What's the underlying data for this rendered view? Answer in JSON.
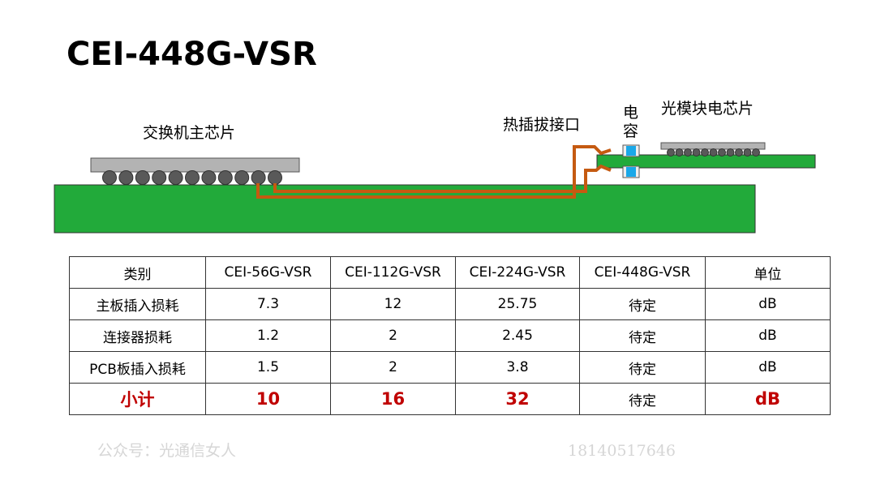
{
  "title": "CEI-448G-VSR",
  "diagram": {
    "switch_chip_label": "交换机主芯片",
    "hot_plug_label": "热插拔接口",
    "capacitor_label_1": "电",
    "capacitor_label_2": "容",
    "module_chip_label": "光模块电芯片",
    "colors": {
      "pcb": "#22aa3a",
      "chip": "#b3b3b3",
      "ball": "#595959",
      "trace": "#c55a11",
      "capacitor": "#1aa8e8"
    }
  },
  "watermarks": {
    "account": "公众号：光通信女人",
    "phone": "18140517646"
  },
  "table": {
    "header": [
      "类别",
      "CEI-56G-VSR",
      "CEI-112G-VSR",
      "CEI-224G-VSR",
      "CEI-448G-VSR",
      "单位"
    ],
    "rows": [
      [
        "主板插入损耗",
        "7.3",
        "12",
        "25.75",
        "待定",
        "dB"
      ],
      [
        "连接器损耗",
        "1.2",
        "2",
        "2.45",
        "待定",
        "dB"
      ],
      [
        "PCB板插入损耗",
        "1.5",
        "2",
        "3.8",
        "待定",
        "dB"
      ]
    ],
    "total": [
      "小计",
      "10",
      "16",
      "32",
      "待定",
      "dB"
    ],
    "highlight_color": "#c00000"
  }
}
